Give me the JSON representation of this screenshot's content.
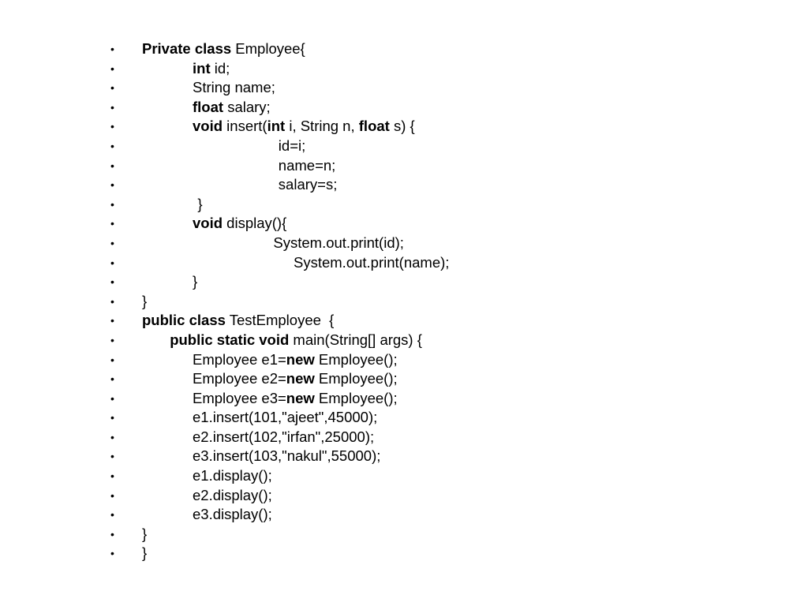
{
  "bullet": "•",
  "lines": [
    {
      "indent": 0,
      "parts": [
        [
          "Private class",
          true
        ],
        [
          " Employee{",
          false
        ]
      ]
    },
    {
      "indent": 1,
      "parts": [
        [
          "int",
          true
        ],
        [
          " id;",
          false
        ]
      ]
    },
    {
      "indent": 1,
      "parts": [
        [
          "String name;",
          false
        ]
      ]
    },
    {
      "indent": 1,
      "parts": [
        [
          "float",
          true
        ],
        [
          " salary;",
          false
        ]
      ]
    },
    {
      "indent": 1,
      "parts": [
        [
          "void",
          true
        ],
        [
          " insert(",
          false
        ],
        [
          "int",
          true
        ],
        [
          " i, String n, ",
          false
        ],
        [
          "float",
          true
        ],
        [
          " s) {",
          false
        ]
      ]
    },
    {
      "indent": 2.7,
      "parts": [
        [
          "id=i;",
          false
        ]
      ]
    },
    {
      "indent": 2.7,
      "parts": [
        [
          "name=n;",
          false
        ]
      ]
    },
    {
      "indent": 2.7,
      "parts": [
        [
          "salary=s;",
          false
        ]
      ]
    },
    {
      "indent": 1.1,
      "parts": [
        [
          "}",
          false
        ]
      ]
    },
    {
      "indent": 1,
      "parts": [
        [
          "void",
          true
        ],
        [
          " display(){",
          false
        ]
      ]
    },
    {
      "indent": 2.6,
      "parts": [
        [
          "System.out.print(id);",
          false
        ]
      ]
    },
    {
      "indent": 3.0,
      "parts": [
        [
          "System.out.print(name);",
          false
        ]
      ]
    },
    {
      "indent": 1,
      "parts": [
        [
          "}",
          false
        ]
      ]
    },
    {
      "indent": 0,
      "parts": [
        [
          "}",
          false
        ]
      ]
    },
    {
      "indent": 0,
      "parts": [
        [
          "public class",
          true
        ],
        [
          " TestEmployee  {",
          false
        ]
      ]
    },
    {
      "indent": 0.55,
      "parts": [
        [
          "public static void",
          true
        ],
        [
          " main(String[] args) {",
          false
        ]
      ]
    },
    {
      "indent": 1,
      "parts": [
        [
          "Employee e1=",
          false
        ],
        [
          "new",
          true
        ],
        [
          " Employee();",
          false
        ]
      ]
    },
    {
      "indent": 1,
      "parts": [
        [
          "Employee e2=",
          false
        ],
        [
          "new",
          true
        ],
        [
          " Employee();",
          false
        ]
      ]
    },
    {
      "indent": 1,
      "parts": [
        [
          "Employee e3=",
          false
        ],
        [
          "new",
          true
        ],
        [
          " Employee();",
          false
        ]
      ]
    },
    {
      "indent": 1,
      "parts": [
        [
          "e1.insert(101,\"ajeet\",45000);",
          false
        ]
      ]
    },
    {
      "indent": 1,
      "parts": [
        [
          "e2.insert(102,\"irfan\",25000);",
          false
        ]
      ]
    },
    {
      "indent": 1,
      "parts": [
        [
          "e3.insert(103,\"nakul\",55000);",
          false
        ]
      ]
    },
    {
      "indent": 1,
      "parts": [
        [
          "e1.display();",
          false
        ]
      ]
    },
    {
      "indent": 1,
      "parts": [
        [
          "e2.display();",
          false
        ]
      ]
    },
    {
      "indent": 1,
      "parts": [
        [
          "e3.display();",
          false
        ]
      ]
    },
    {
      "indent": 0,
      "parts": [
        [
          "}",
          false
        ]
      ]
    },
    {
      "indent": 0,
      "parts": [
        [
          "}",
          false
        ]
      ]
    }
  ]
}
